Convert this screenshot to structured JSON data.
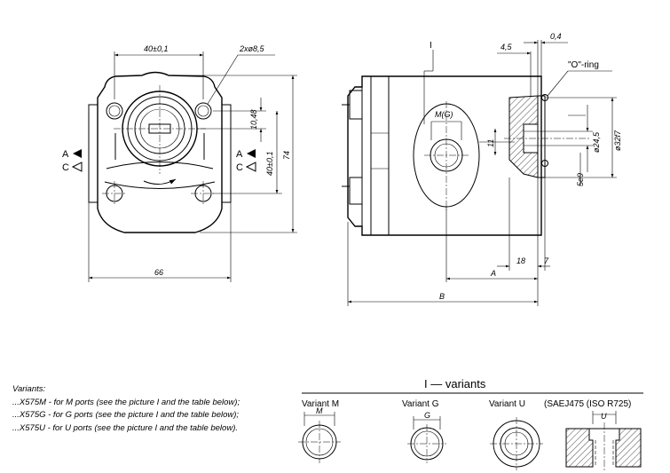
{
  "front_view": {
    "dim_bolt_spacing": "40±0,1",
    "dim_holes": "2xø8,5",
    "dim_offset": "10,48",
    "dim_vertical_spacing": "40±0,1",
    "dim_height": "74",
    "dim_width": "66",
    "port_a": "A",
    "port_c": "C"
  },
  "side_view": {
    "section_mark": "I",
    "port_label": "M(G)",
    "dim_flange_thickness": "4,5",
    "dim_gap": "0,4",
    "oring_label": "\"O\"-ring",
    "dim_shaft": "ø24,5",
    "dim_pilot": "ø32f7",
    "dim_key": "5e9",
    "dim_port_offset": "11",
    "dim_18": "18",
    "dim_7": "7",
    "dim_a": "A",
    "dim_b": "B"
  },
  "notes": {
    "heading": "Variants:",
    "lines": [
      "...X575M  - for M ports (see the picture I and the table below);",
      "...X575G  - for G ports (see the picture I and the table below);",
      "...X575U  - for U ports (see the picture I and the table below)."
    ]
  },
  "variants_panel": {
    "title": "I  —  variants",
    "variant_m": "Variant  M",
    "variant_m_dim": "M",
    "variant_g": "Variant  G",
    "variant_g_dim": "G",
    "variant_u": "Variant  U",
    "standard": "(SAEJ475 (ISO R725)",
    "variant_u_dim": "U"
  }
}
